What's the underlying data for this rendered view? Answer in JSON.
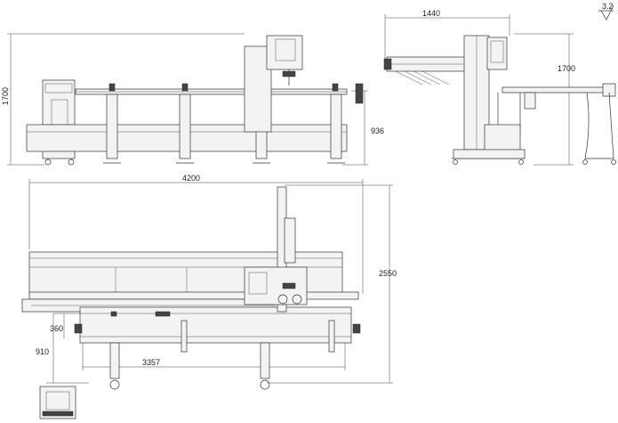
{
  "drawing": {
    "surface_symbol": "3.2",
    "dims": {
      "side_height": "1700",
      "side_table_height": "936",
      "end_width": "1440",
      "end_height": "1700",
      "plan_length": "4200",
      "plan_width": "2550",
      "plan_offset_a": "360",
      "plan_offset_b": "910",
      "plan_inner_length": "3357"
    }
  }
}
